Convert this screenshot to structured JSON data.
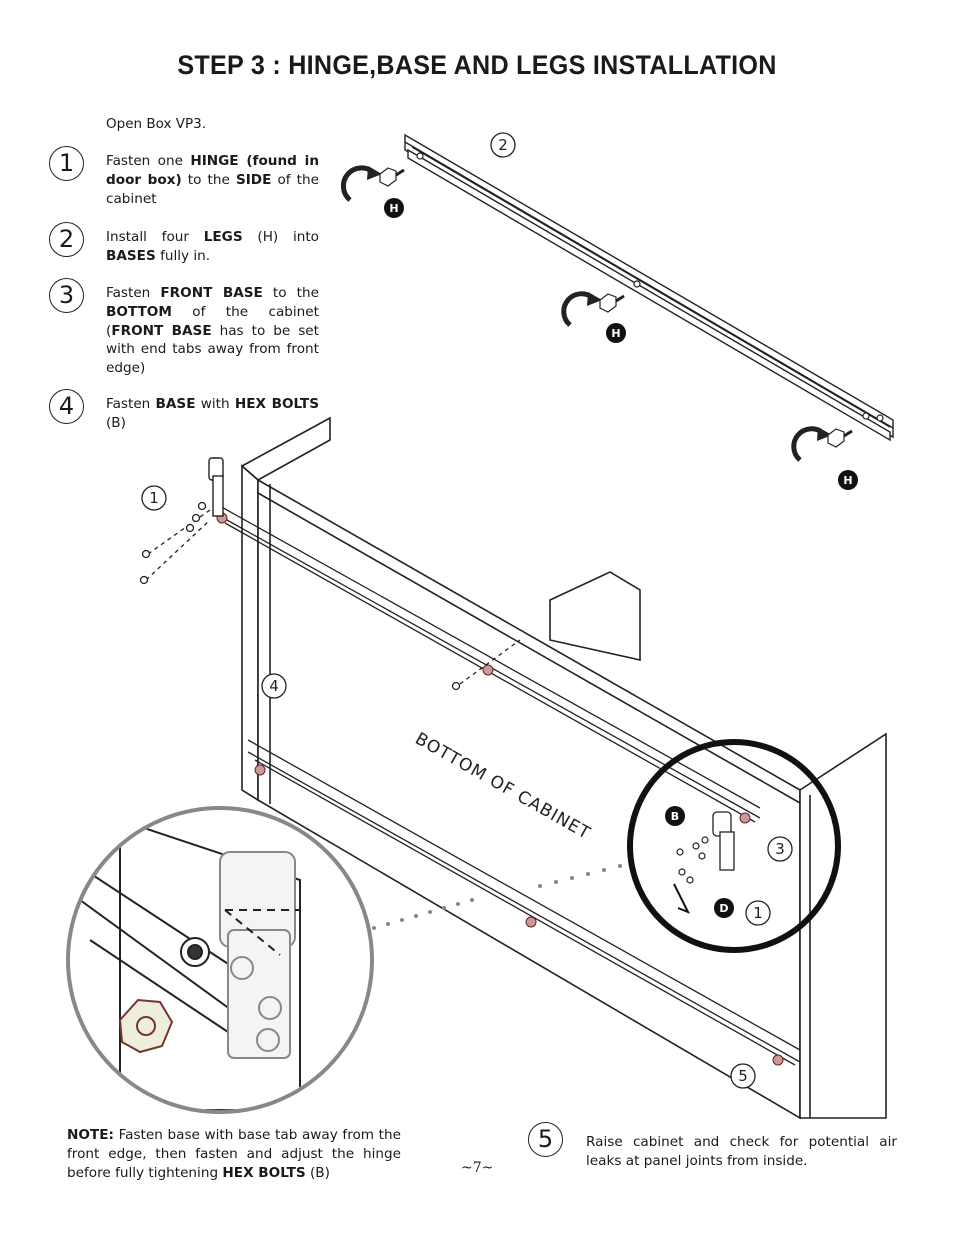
{
  "title": "STEP 3 :  HINGE,BASE AND  LEGS INSTALLATION",
  "intro": "Open Box VP3.",
  "steps": [
    {
      "num": "1",
      "parts": [
        [
          "Fasten  one ",
          false
        ],
        [
          "HINGE (found in door box)",
          true
        ],
        [
          " to the ",
          false
        ],
        [
          "SIDE",
          true
        ],
        [
          " of the cabinet",
          false
        ]
      ]
    },
    {
      "num": "2",
      "parts": [
        [
          "Install four ",
          false
        ],
        [
          "LEGS",
          true
        ],
        [
          " (H) into ",
          false
        ],
        [
          "BASES",
          true
        ],
        [
          " fully in.",
          false
        ]
      ]
    },
    {
      "num": "3",
      "parts": [
        [
          "Fasten ",
          false
        ],
        [
          "FRONT BASE",
          true
        ],
        [
          "  to the ",
          false
        ],
        [
          "BOTTOM",
          true
        ],
        [
          " of the cabinet (",
          false
        ],
        [
          "FRONT BASE",
          true
        ],
        [
          " has to be set with end tabs away from front edge)",
          false
        ]
      ]
    },
    {
      "num": "4",
      "parts": [
        [
          "Fasten ",
          false
        ],
        [
          "BASE",
          true
        ],
        [
          " with  ",
          false
        ],
        [
          "HEX BOLTS",
          true
        ],
        [
          " (B)",
          false
        ]
      ]
    }
  ],
  "note": {
    "label": "NOTE:",
    "text1": " Fasten base with base tab away from the front edge, then fasten and adjust the hinge before fully tightening ",
    "bold": "HEX BOLTS",
    "text2": " (B)"
  },
  "page_number": "~7~",
  "step5": {
    "num": "5",
    "text": "Raise cabinet and check for potential air leaks at panel joints from inside."
  },
  "diagram": {
    "cabinet_label": "BOTTOM OF CABINET",
    "callouts": [
      "2",
      "1",
      "4",
      "3",
      "1",
      "5"
    ],
    "part_letters": {
      "legs": "H",
      "bolt": "B",
      "wrench": "D"
    }
  }
}
